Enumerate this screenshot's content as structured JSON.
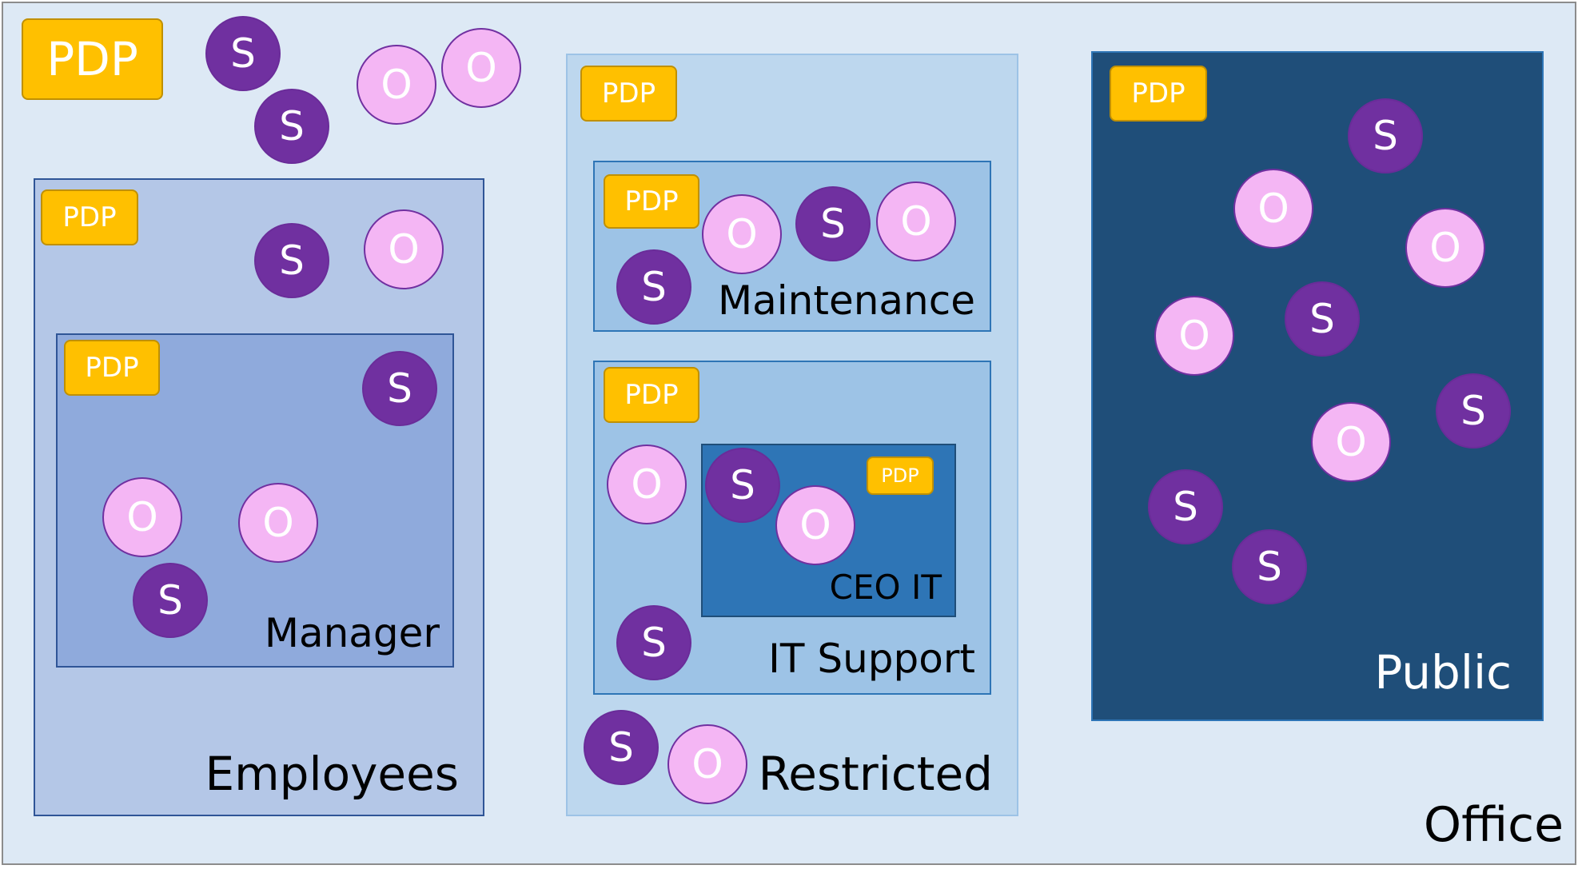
{
  "labels": {
    "office": "Office",
    "employees": "Employees",
    "manager": "Manager",
    "restricted": "Restricted",
    "maintenance": "Maintenance",
    "it_support": "IT Support",
    "ceo_it": "CEO IT",
    "public": "Public"
  },
  "pdp_label": "PDP",
  "subject_label": "S",
  "object_label": "O",
  "colors": {
    "office_fill": "#DDE9F5",
    "employees_fill": "#B4C7E7",
    "manager_fill": "#8FAADC",
    "restricted_fill": "#BDD7EE",
    "maintenance_fill": "#9DC3E6",
    "it_support_fill": "#9DC3E6",
    "ceo_it_fill": "#2E75B6",
    "public_fill": "#1F4E79",
    "pdp_fill": "#FFC000",
    "subject_fill": "#7030A0",
    "object_fill": "#F4B6F4"
  }
}
